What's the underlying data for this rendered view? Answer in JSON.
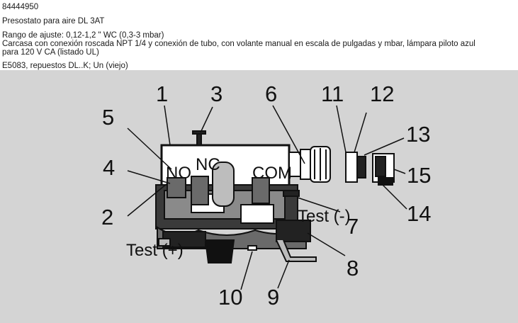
{
  "header": {
    "part_number": "84444950",
    "title": "Presostato para aire DL 3AT",
    "range": "Rango de ajuste: 0,12-1,2 \" WC (0,3-3 mbar)",
    "desc_line1": "Carcasa con conexión roscada NPT 1/4 y conexión de tubo, con volante manual en escala de pulgadas y mbar, lámpara piloto azul",
    "desc_line2": "para 120 V CA (listado UL)",
    "note": "E5083, repuestos DL..K; Un (viejo)"
  },
  "figure": {
    "callouts": [
      "1",
      "2",
      "3",
      "4",
      "5",
      "6",
      "7",
      "8",
      "9",
      "10",
      "11",
      "12",
      "13",
      "14",
      "15"
    ],
    "labels": {
      "nc": "NC",
      "no": "NO",
      "com": "COM",
      "test_minus": "Test (-)",
      "test_plus": "Test (+)"
    },
    "colors": {
      "background": "#d4d4d4",
      "ink": "#111111"
    }
  }
}
